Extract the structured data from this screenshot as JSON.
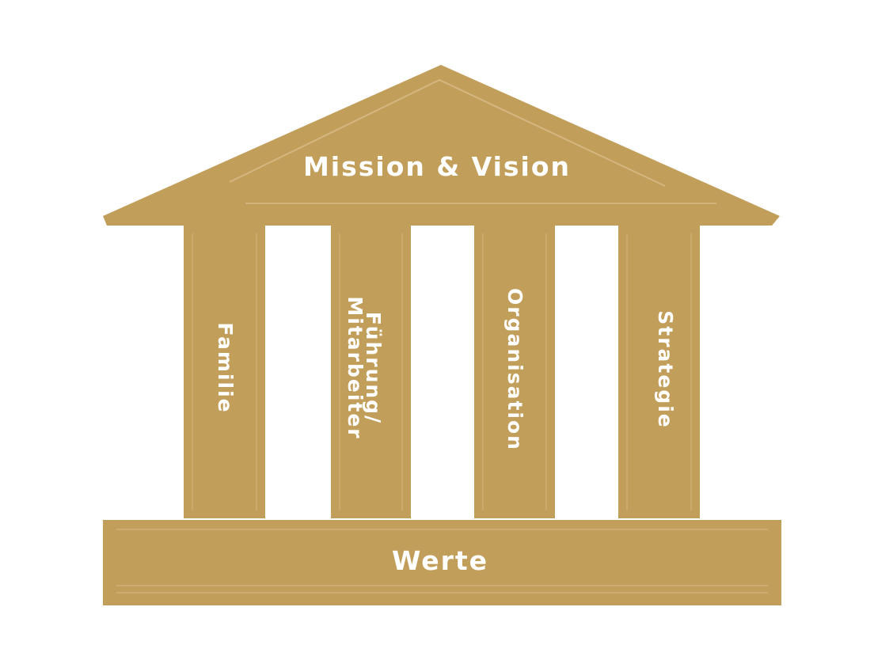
{
  "roof": {
    "label": "Mission & Vision"
  },
  "pillars": [
    {
      "label": "Familie"
    },
    {
      "label_line1": "Führung/",
      "label_line2": "Mitarbeiter"
    },
    {
      "label": "Organisation"
    },
    {
      "label": "Strategie"
    }
  ],
  "base": {
    "label": "Werte"
  },
  "colors": {
    "gold": "#c29e5b",
    "highlight": "#d8bd89",
    "text": "#ffffff"
  }
}
